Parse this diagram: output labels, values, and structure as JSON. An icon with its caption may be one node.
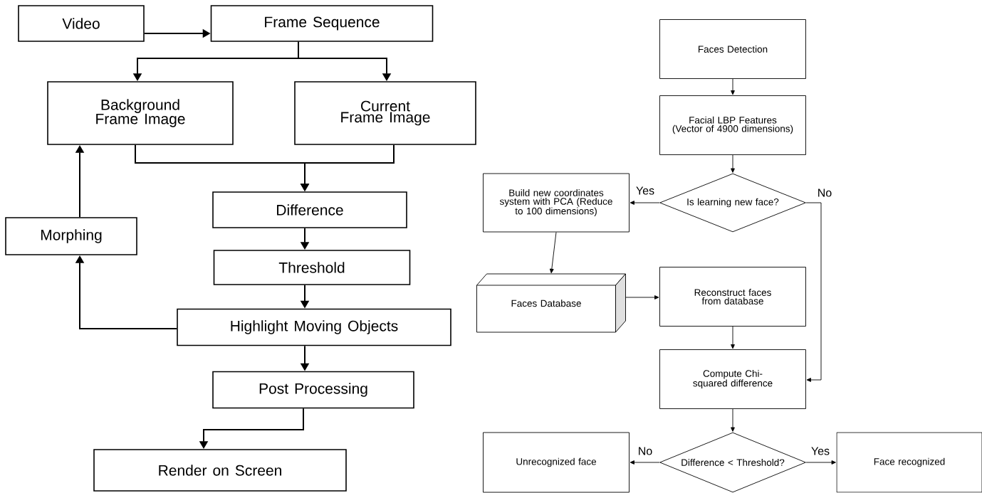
{
  "diagram": {
    "nodes": [
      {
        "text": [
          "Video"
        ]
      },
      {
        "text": [
          "Frame Sequence"
        ]
      },
      {
        "text": [
          "Background Frame Image"
        ]
      },
      {
        "text": [
          "Current Frame Image"
        ]
      },
      {
        "text": [
          "Difference"
        ]
      },
      {
        "text": [
          "Morphing"
        ]
      },
      {
        "text": [
          "Threshold"
        ]
      },
      {
        "text": [
          "Highlight Moving Objects"
        ]
      },
      {
        "text": [
          "Post Processing"
        ]
      },
      {
        "text": [
          "Render on Screen"
        ]
      },
      {
        "text": [
          "Faces Detection"
        ]
      },
      {
        "text": [
          "Facial LBP Features (Vector of 4900 dimensions)"
        ]
      },
      {
        "text": [
          "Is learning new face?"
        ]
      },
      {
        "text": [
          "Build new coordinates system with PCA (Reduce to 100 dimensions)"
        ]
      },
      {
        "text": [
          "Faces Database"
        ]
      },
      {
        "text": [
          "Reconstruct faces from database"
        ]
      },
      {
        "text": [
          "Compute Chi-squared difference"
        ]
      },
      {
        "text": [
          "Difference < Threshold?"
        ]
      },
      {
        "text": [
          "Unrecognized face"
        ]
      },
      {
        "text": [
          "Face recognized"
        ]
      }
    ],
    "edges": [
      {
        "from": 0,
        "to": 1,
        "arrow": "to"
      },
      {
        "from": 1,
        "to": 2,
        "arrow": "to"
      },
      {
        "from": 1,
        "to": 3,
        "arrow": "to"
      },
      {
        "from": 2,
        "to": 4,
        "arrow": "to"
      },
      {
        "from": 3,
        "to": 4,
        "arrow": "to"
      },
      {
        "from": 4,
        "to": 6,
        "arrow": "to"
      },
      {
        "from": 6,
        "to": 7,
        "arrow": "to"
      },
      {
        "from": 7,
        "to": 8,
        "arrow": "to"
      },
      {
        "from": 8,
        "to": 9,
        "arrow": "to"
      },
      {
        "from": 7,
        "to": 5,
        "arrow": "to"
      },
      {
        "from": 5,
        "to": 2,
        "arrow": "to"
      },
      {
        "from": 10,
        "to": 11,
        "arrow": "to"
      },
      {
        "from": 11,
        "to": 12,
        "arrow": "to"
      },
      {
        "from": 12,
        "to": 13,
        "arrow": "to",
        "label": "Yes"
      },
      {
        "from": 12,
        "to": 16,
        "arrow": "to",
        "label": "No"
      },
      {
        "from": 13,
        "to": 14,
        "arrow": "to"
      },
      {
        "from": 14,
        "to": 15,
        "arrow": "to"
      },
      {
        "from": 15,
        "to": 16,
        "arrow": "to"
      },
      {
        "from": 16,
        "to": 17,
        "arrow": "to"
      },
      {
        "from": 17,
        "to": 18,
        "arrow": "to",
        "label": "No"
      },
      {
        "from": 17,
        "to": 19,
        "arrow": "to",
        "label": "Yes"
      }
    ]
  }
}
